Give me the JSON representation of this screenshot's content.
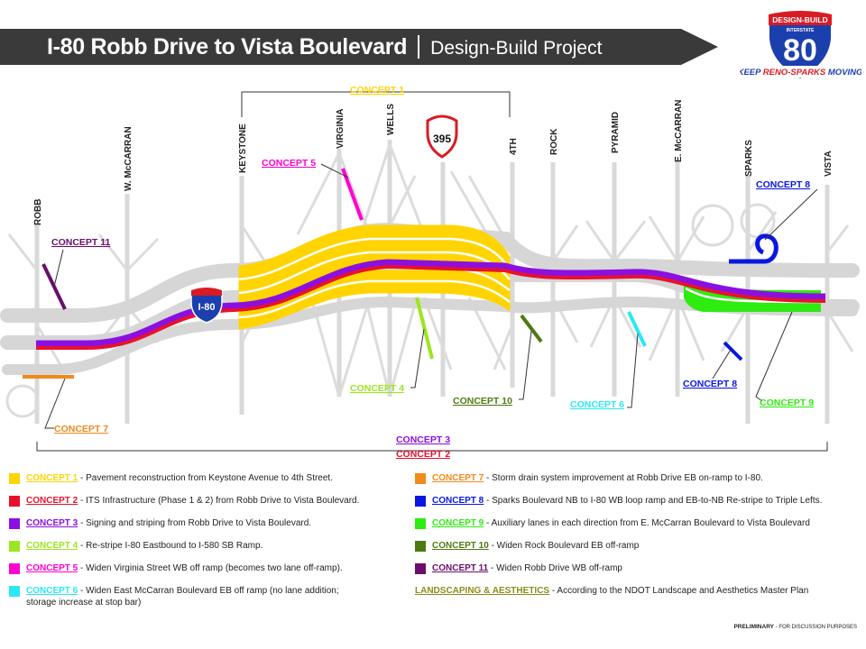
{
  "banner": {
    "title": "I-80 Robb Drive to Vista Boulevard",
    "subtitle": "Design-Build Project"
  },
  "logo": {
    "top": "DESIGN-BUILD",
    "interstate": "INTERSTATE",
    "number": "80",
    "tagline": "KEEP RENO-SPARKS MOVING"
  },
  "shields": {
    "i80": "I-80",
    "us395": "395"
  },
  "streets": [
    {
      "id": "robb",
      "label": "ROBB"
    },
    {
      "id": "wmccarran",
      "label": "W. McCARRAN"
    },
    {
      "id": "keystone",
      "label": "KEYSTONE"
    },
    {
      "id": "virginia",
      "label": "VIRGINIA"
    },
    {
      "id": "wells",
      "label": "WELLS"
    },
    {
      "id": "fourth",
      "label": "4TH"
    },
    {
      "id": "rock",
      "label": "ROCK"
    },
    {
      "id": "pyramid",
      "label": "PYRAMID"
    },
    {
      "id": "emccarran",
      "label": "E. McCARRAN"
    },
    {
      "id": "sparks",
      "label": "SPARKS"
    },
    {
      "id": "vista",
      "label": "VISTA"
    }
  ],
  "map_labels": {
    "c1": "CONCEPT 1",
    "c2": "CONCEPT 2",
    "c3": "CONCEPT 3",
    "c4": "CONCEPT 4",
    "c5": "CONCEPT 5",
    "c6": "CONCEPT 6",
    "c7": "CONCEPT 7",
    "c8a": "CONCEPT 8",
    "c8b": "CONCEPT 8",
    "c9": "CONCEPT 9",
    "c10": "CONCEPT 10",
    "c11": "CONCEPT 11"
  },
  "colors": {
    "concept1": "#FFD400",
    "concept2": "#E8112D",
    "concept3": "#8B10E0",
    "concept4": "#9BE61E",
    "concept5": "#FF00D0",
    "concept6": "#29E8F5",
    "concept7": "#F08A1C",
    "concept8": "#0A17E0",
    "concept9": "#2EEB10",
    "concept10": "#4E7A12",
    "concept11": "#6B0E6B",
    "landscaping": "#8C8C1A",
    "road": "#d6d6d6",
    "banner": "#3a3a3a"
  },
  "legend": {
    "left": [
      {
        "name": "CONCEPT 1",
        "desc": "- Pavement reconstruction from Keystone Avenue to 4th Street.",
        "color": "#FFD400"
      },
      {
        "name": "CONCEPT 2",
        "desc": "- ITS Infrastructure (Phase 1 & 2) from Robb Drive to Vista Boulevard.",
        "color": "#E8112D"
      },
      {
        "name": "CONCEPT 3",
        "desc": "- Signing and striping from Robb Drive to Vista Boulevard.",
        "color": "#8B10E0"
      },
      {
        "name": "CONCEPT 4",
        "desc": "- Re-stripe I-80 Eastbound to I-580 SB Ramp.",
        "color": "#9BE61E"
      },
      {
        "name": "CONCEPT 5",
        "desc": "- Widen Virginia Street WB off ramp (becomes two lane off-ramp).",
        "color": "#FF00D0"
      },
      {
        "name": "CONCEPT 6",
        "desc": "- Widen East McCarran Boulevard EB off ramp (no lane addition;",
        "desc2": "storage increase at stop bar)",
        "color": "#29E8F5"
      }
    ],
    "right": [
      {
        "name": "CONCEPT 7",
        "desc": "- Storm drain system improvement at Robb Drive EB on-ramp to I-80.",
        "color": "#F08A1C"
      },
      {
        "name": "CONCEPT 8",
        "desc": "- Sparks Boulevard NB to I-80 WB loop ramp and EB-to-NB Re-stripe to Triple Lefts.",
        "color": "#0A17E0"
      },
      {
        "name": "CONCEPT 9",
        "desc": "- Auxiliary lanes in each direction from E. McCarran Boulevard to Vista Boulevard",
        "color": "#2EEB10"
      },
      {
        "name": "CONCEPT 10",
        "desc": "- Widen Rock Boulevard EB off-ramp",
        "color": "#4E7A12"
      },
      {
        "name": "CONCEPT 11",
        "desc": "- Widen Robb Drive WB off-ramp",
        "color": "#6B0E6B"
      },
      {
        "name": "LANDSCAPING & AESTHETICS",
        "desc": "- According to the NDOT Landscape and Aesthetics Master Plan",
        "color": "#8C8C1A"
      }
    ]
  },
  "footer": {
    "bold": "PRELIMINARY",
    "rest": " - FOR DISCUSSION PURPOSES"
  }
}
